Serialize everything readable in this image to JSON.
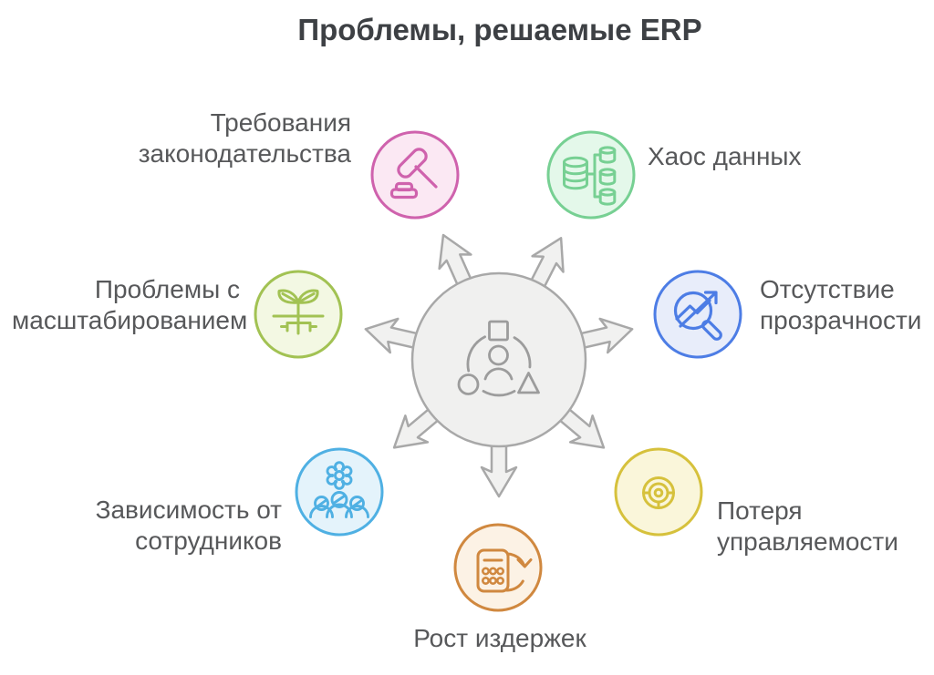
{
  "title": "Проблемы, решаемые ERP",
  "center": {
    "icon": "person-with-shapes-icon",
    "fill": "#f0f0ef",
    "stroke": "#a8a8a8",
    "arrow_count": 7
  },
  "nodes": [
    {
      "id": "legislation",
      "lines": [
        "Требования",
        "законодательства"
      ],
      "icon": "gavel-icon",
      "stroke": "#cf62ad",
      "fill": "#fbe8f3"
    },
    {
      "id": "data-chaos",
      "lines": [
        "Хаос данных"
      ],
      "icon": "database-icon",
      "stroke": "#77d093",
      "fill": "#e4f8ea"
    },
    {
      "id": "scaling",
      "lines": [
        "Проблемы с",
        "масштабированием"
      ],
      "icon": "plant-icon",
      "stroke": "#a2c253",
      "fill": "#f3f8e3"
    },
    {
      "id": "transparency",
      "lines": [
        "Отсутствие",
        "прозрачности"
      ],
      "icon": "magnifier-trend-icon",
      "stroke": "#4d7de5",
      "fill": "#e8edfa"
    },
    {
      "id": "employee-dependency",
      "lines": [
        "Зависимость от",
        "сотрудников"
      ],
      "icon": "gear-people-icon",
      "stroke": "#4fb0e3",
      "fill": "#e4f3fb"
    },
    {
      "id": "control-loss",
      "lines": [
        "Потеря",
        "управляемости"
      ],
      "icon": "steering-wheel-icon",
      "stroke": "#d6c13c",
      "fill": "#faf6da"
    },
    {
      "id": "cost-growth",
      "lines": [
        "Рост издержек"
      ],
      "icon": "calculator-refresh-icon",
      "stroke": "#d0883f",
      "fill": "#fcf2e5"
    }
  ],
  "text_color": "#57585a",
  "title_color": "#3d4044"
}
